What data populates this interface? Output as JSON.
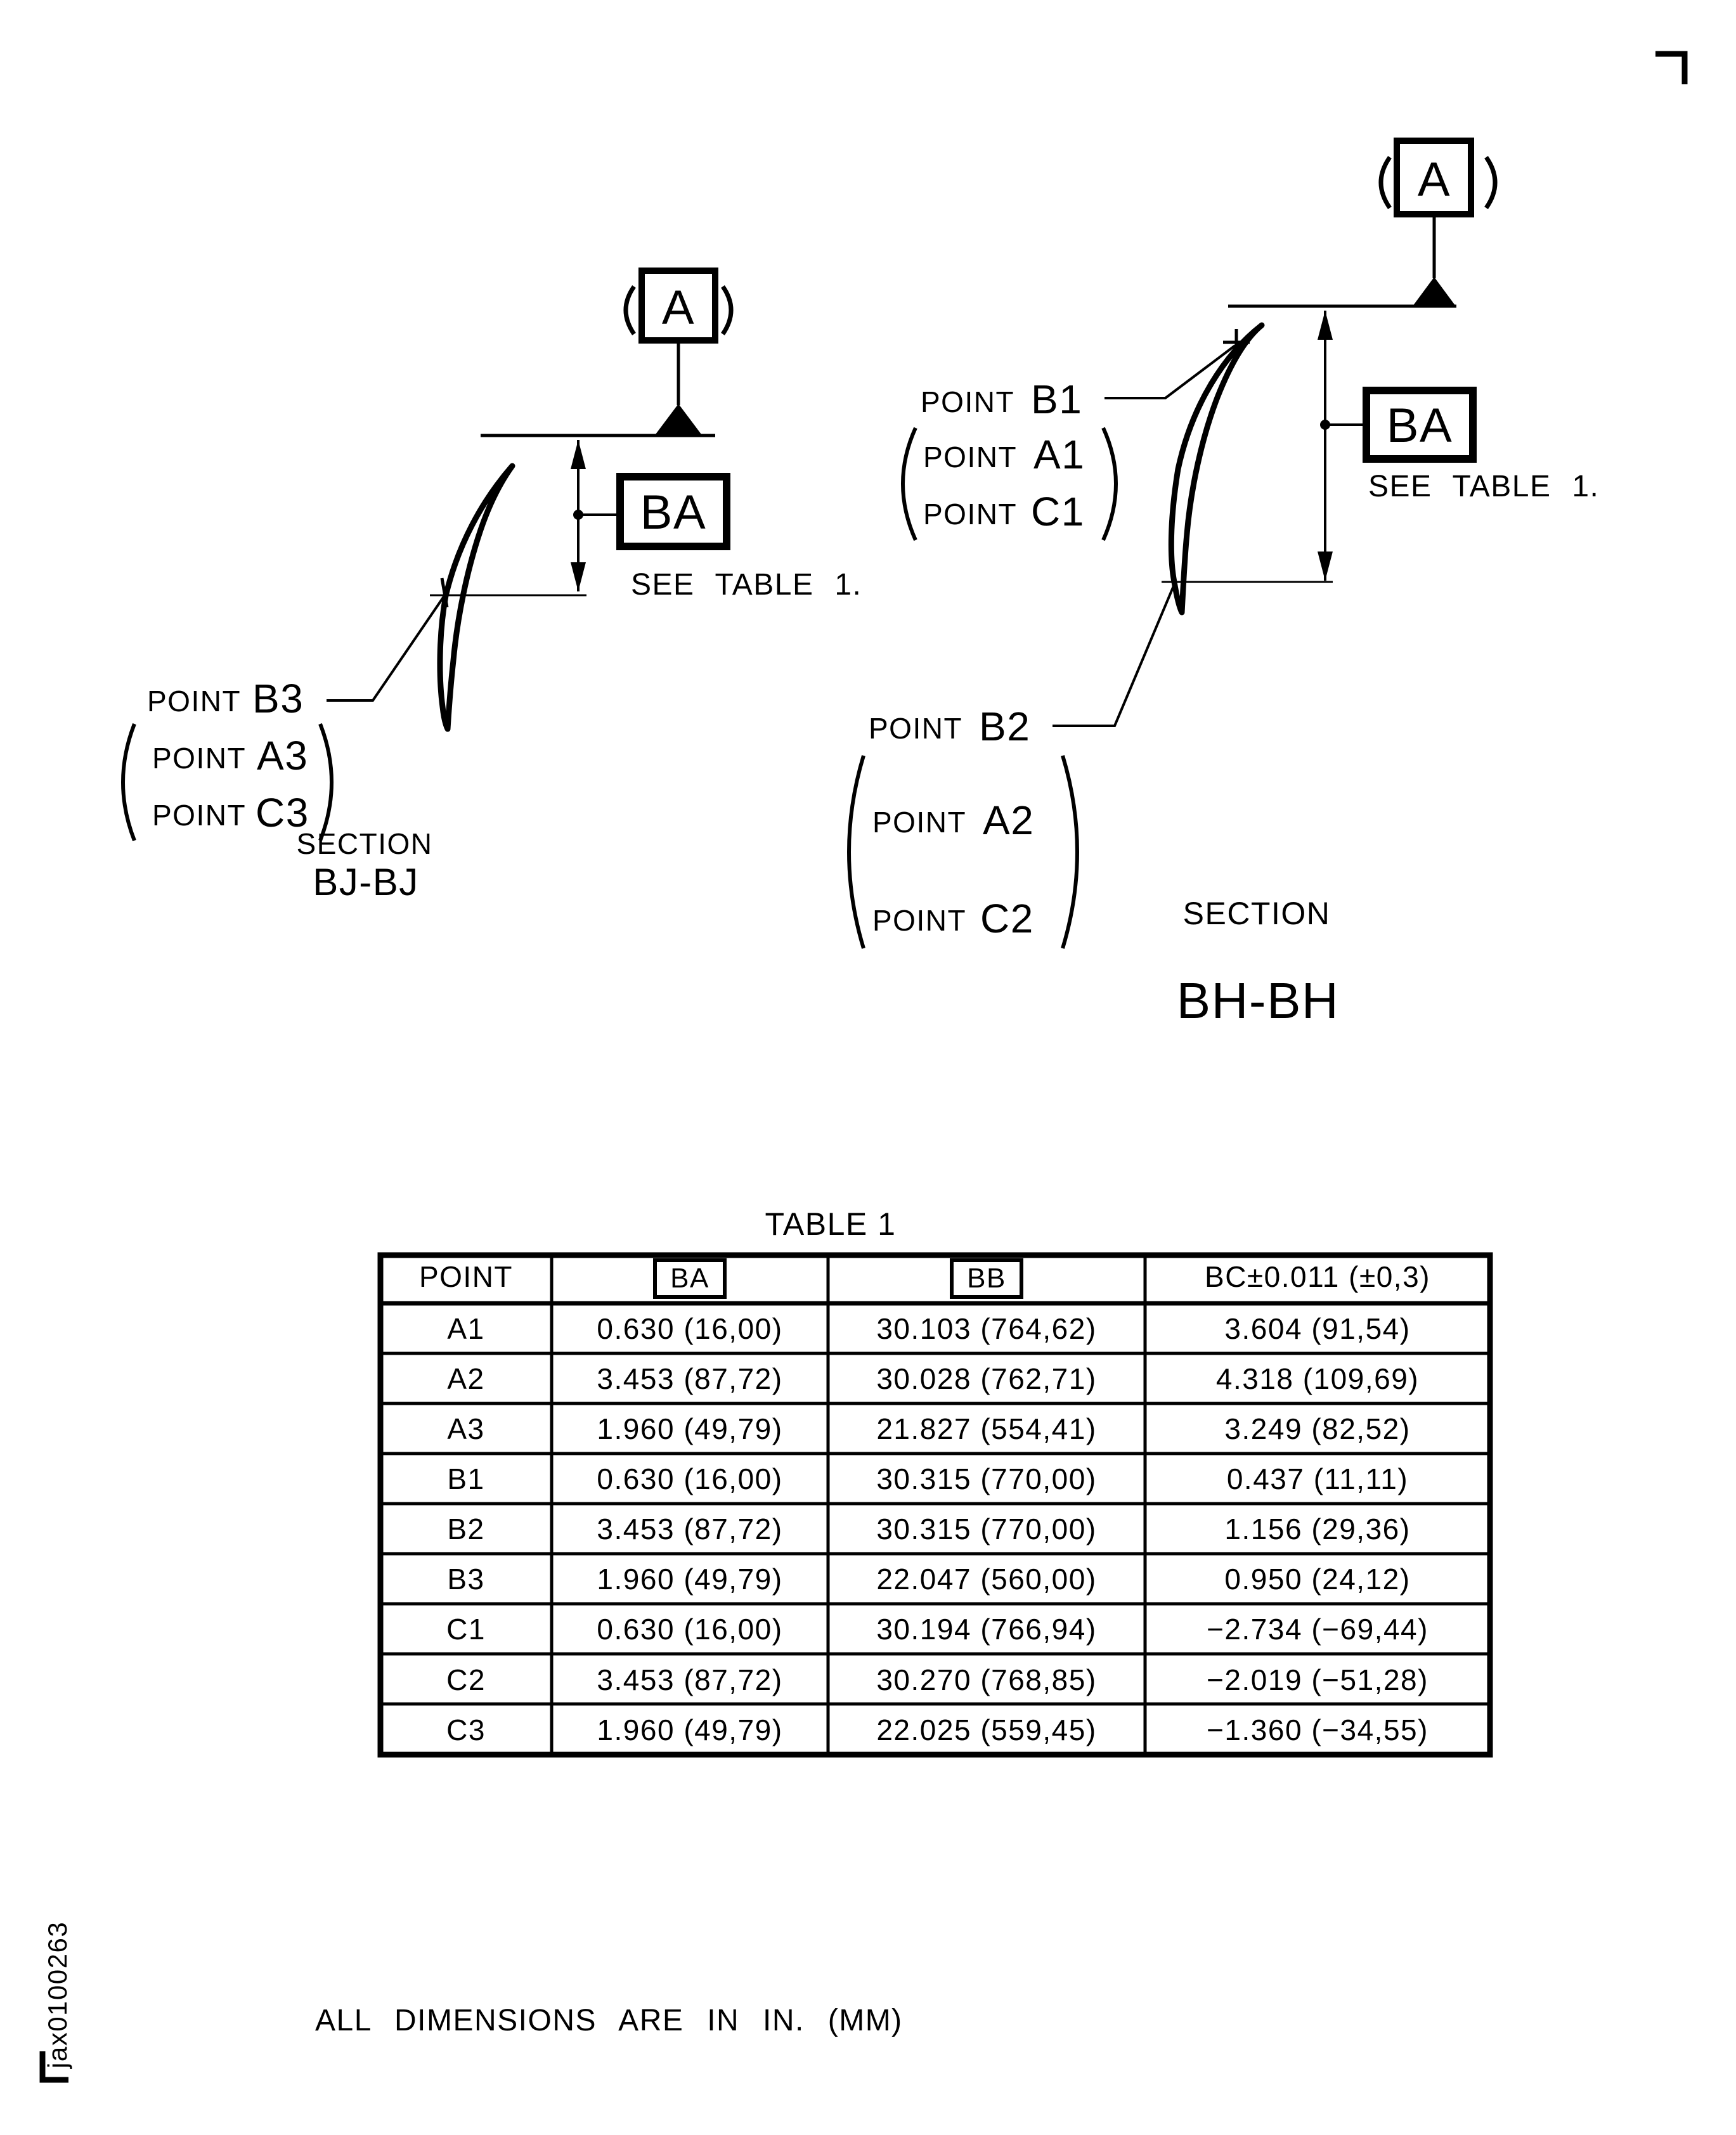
{
  "doc": {
    "id_label": "jax0100263",
    "note": "ALL DIMENSIONS ARE IN IN. (MM)"
  },
  "bj": {
    "datum": "A",
    "dim": "BA",
    "see_table": "SEE TABLE 1.",
    "label_prefix": "POINT",
    "point": "B3",
    "alt1": "A3",
    "alt2": "C3",
    "section_word": "SECTION",
    "section_name": "BJ-BJ"
  },
  "bh": {
    "datum": "A",
    "dim": "BA",
    "see_table": "SEE TABLE 1.",
    "label_prefix": "POINT",
    "upper_point": "B1",
    "upper_alt1": "A1",
    "upper_alt2": "C1",
    "lower_point": "B2",
    "lower_alt1": "A2",
    "lower_alt2": "C2",
    "section_word": "SECTION",
    "section_name": "BH-BH"
  },
  "table": {
    "title": "TABLE 1",
    "headers": {
      "point": "POINT",
      "ba": "BA",
      "bb": "BB",
      "bc": "BC±0.011 (±0,3)"
    },
    "rows": [
      {
        "point": "A1",
        "ba": "0.630 (16,00)",
        "bb": "30.103 (764,62)",
        "bc": "3.604 (91,54)"
      },
      {
        "point": "A2",
        "ba": "3.453 (87,72)",
        "bb": "30.028 (762,71)",
        "bc": "4.318 (109,69)"
      },
      {
        "point": "A3",
        "ba": "1.960 (49,79)",
        "bb": "21.827 (554,41)",
        "bc": "3.249 (82,52)"
      },
      {
        "point": "B1",
        "ba": "0.630 (16,00)",
        "bb": "30.315 (770,00)",
        "bc": "0.437 (11,11)"
      },
      {
        "point": "B2",
        "ba": "3.453 (87,72)",
        "bb": "30.315 (770,00)",
        "bc": "1.156 (29,36)"
      },
      {
        "point": "B3",
        "ba": "1.960 (49,79)",
        "bb": "22.047 (560,00)",
        "bc": "0.950 (24,12)"
      },
      {
        "point": "C1",
        "ba": "0.630 (16,00)",
        "bb": "30.194 (766,94)",
        "bc": "−2.734 (−69,44)"
      },
      {
        "point": "C2",
        "ba": "3.453 (87,72)",
        "bb": "30.270 (768,85)",
        "bc": "−2.019 (−51,28)"
      },
      {
        "point": "C3",
        "ba": "1.960 (49,79)",
        "bb": "22.025 (559,45)",
        "bc": "−1.360 (−34,55)"
      }
    ]
  },
  "colors": {
    "ink": "#000000",
    "paper": "#ffffff"
  }
}
